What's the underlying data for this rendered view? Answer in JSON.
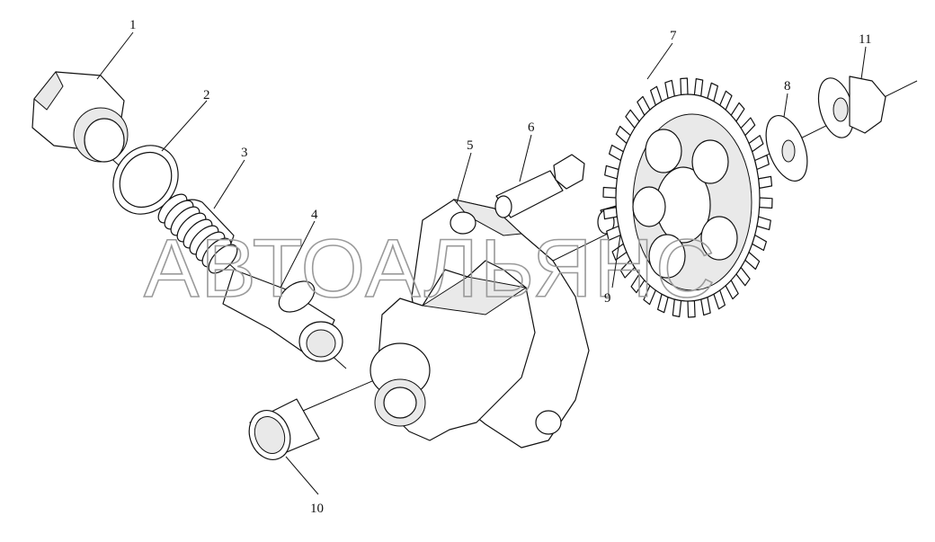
{
  "watermark": "АВТОАЛЬЯНС",
  "callouts": [
    {
      "label": "1"
    },
    {
      "label": "2"
    },
    {
      "label": "3"
    },
    {
      "label": "4"
    },
    {
      "label": "5"
    },
    {
      "label": "6"
    },
    {
      "label": "7"
    },
    {
      "label": "8"
    },
    {
      "label": "9"
    },
    {
      "label": "10"
    },
    {
      "label": "11"
    }
  ]
}
